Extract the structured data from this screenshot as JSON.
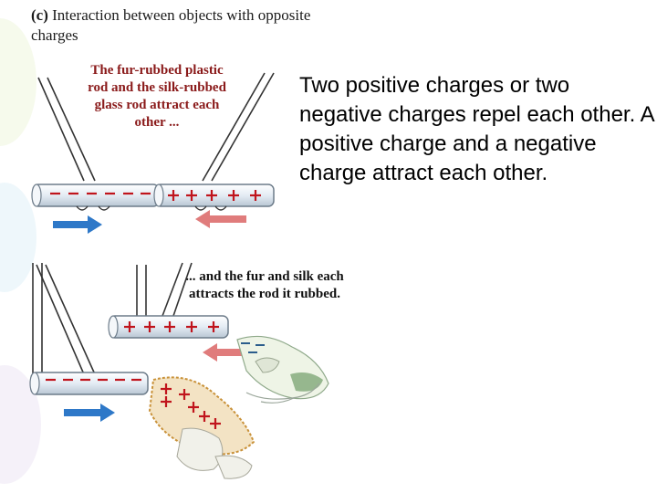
{
  "figure": {
    "label": "(c)",
    "title": "Interaction between objects with opposite charges",
    "caption_top": "The fur-rubbed plastic rod and the silk-rubbed glass rod attract each other ...",
    "caption_bottom": "... and the fur and silk each attracts the rod it rubbed."
  },
  "side_text": "Two positive charges or two negative charges repel each other. A positive charge and a negative charge attract each other.",
  "colors": {
    "arrow_blue": "#2e78c8",
    "arrow_red": "#d9534f",
    "charge_red": "#c0141c",
    "caption_red": "#8a1a1a",
    "rod_fill": "#eef3f8"
  },
  "icons": [
    "fur-icon",
    "silk-icon",
    "hand-icon"
  ]
}
